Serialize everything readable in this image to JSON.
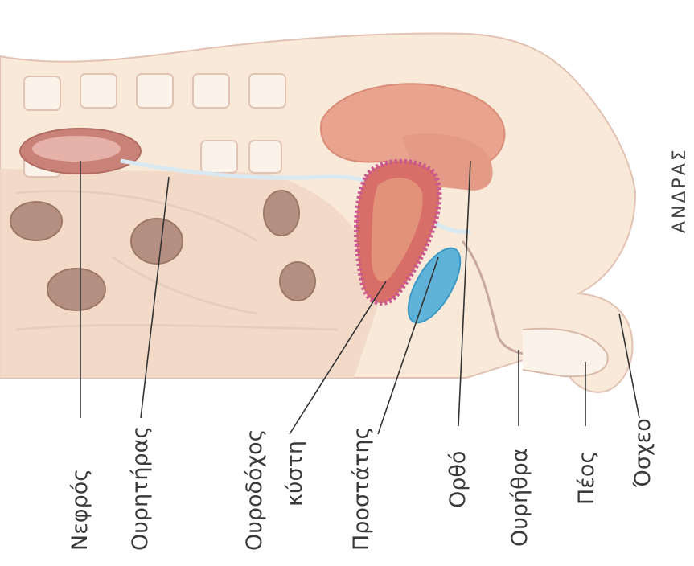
{
  "diagram": {
    "title": "ΑΝΔΡΑΣ",
    "labels": {
      "kidney": "Νεφρός",
      "ureter": "Ουρητήρας",
      "bladder_line1": "Ουροδόχος",
      "bladder_line2": "κύστη",
      "prostate": "Προστάτης",
      "rectum": "Ορθό",
      "urethra": "Ουρήθρα",
      "penis": "Πέος",
      "scrotum": "Όσχεο"
    },
    "colors": {
      "body_fill": "#f8e9d8",
      "tissue_fill": "#f2d7c6",
      "organ_fill": "#e8a48e",
      "bone_fill": "#fbf3ea",
      "muscle_fill": "#b58f81",
      "kidney_fill": "#c98277",
      "bladder_fill": "#d76f68",
      "prostate_fill": "#5fb3d8",
      "vessel_stroke": "#d9e9f2"
    }
  }
}
